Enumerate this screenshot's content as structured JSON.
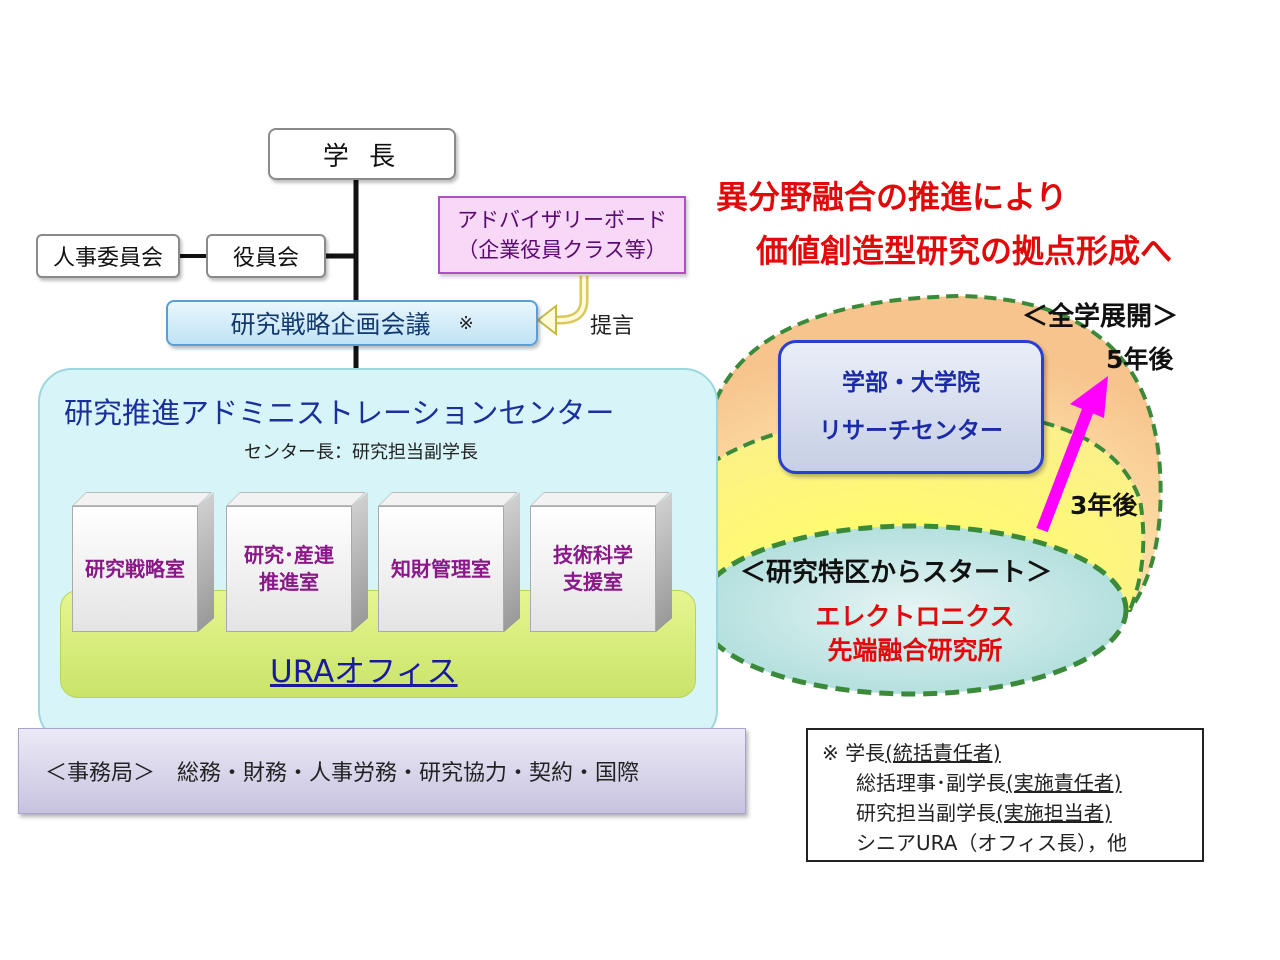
{
  "leadership": {
    "president": "学 長",
    "hr_committee": "人事委員会",
    "officers": "役員会",
    "advisory_line1": "アドバイザリーボード",
    "advisory_line2": "（企業役員クラス等）",
    "strategy_council": "研究戦略企画会議",
    "strategy_council_mark": "※",
    "proposal": "提言"
  },
  "center": {
    "title": "研究推進アドミニストレーションセンター",
    "head": "センター長：研究担当副学長",
    "offices": [
      {
        "line1": "研究戦略室",
        "line2": ""
      },
      {
        "line1": "研究･産連",
        "line2": "推進室"
      },
      {
        "line1": "知財管理室",
        "line2": ""
      },
      {
        "line1": "技術科学",
        "line2": "支援室"
      }
    ],
    "ura_office": "URAオフィス"
  },
  "admin_bar": "＜事務局＞　総務・財務・人事労務・研究協力・契約・国際",
  "expansion": {
    "slogan_line1": "異分野融合の推進により",
    "slogan_line2": "価値創造型研究の拠点形成へ",
    "whole_univ": "＜全学展開＞",
    "five_years": "5年後",
    "three_years": "3年後",
    "faculty_line1": "学部・大学院",
    "faculty_line2": "リサーチセンター",
    "start": "＜研究特区からスタート＞",
    "elec_line1": "エレクトロニクス",
    "elec_line2": "先端融合研究所"
  },
  "note": {
    "mark": "※",
    "r1_a": "学長",
    "r1_b": "(統括責任者)",
    "r2_a": "総括理事･副学長",
    "r2_b": "(実施責任者)",
    "r3_a": "研究担当副学長",
    "r3_b": "(実施担当者)",
    "r4": "シニアURA（オフィス長），他"
  },
  "colors": {
    "slogan": "#e10a0a",
    "arrow": "#ff00ff",
    "ellipse_border": "#3a8a3a",
    "center_panel": "#d7f5f8",
    "ura_band": "#c9e46a"
  }
}
